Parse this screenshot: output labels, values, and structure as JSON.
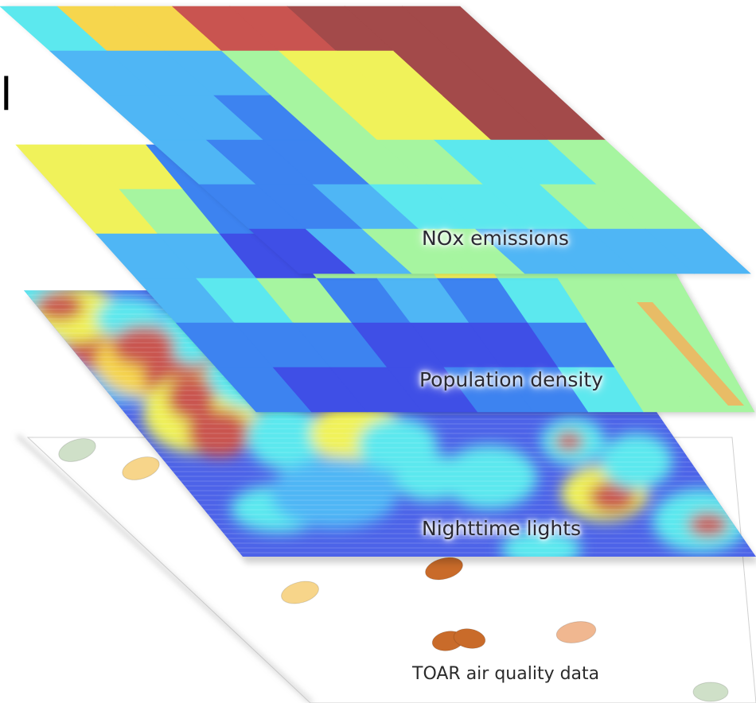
{
  "layers": [
    {
      "id": "nox",
      "label": "NOx emissions"
    },
    {
      "id": "population",
      "label": "Population density"
    },
    {
      "id": "nightlights",
      "label": "Nighttime lights"
    },
    {
      "id": "toar",
      "label": "TOAR air quality data"
    }
  ],
  "edge_glyph": "l",
  "colors": {
    "dark_red": "#a34a4a",
    "red": "#c95450",
    "yellow": "#f0f25a",
    "gold": "#f6d64d",
    "light_green": "#a6f5a0",
    "cyan": "#5ce8ee",
    "sky_blue": "#4fb6f5",
    "blue": "#3d83f0",
    "deep_blue": "#3f4fe6",
    "station_green": "#cfe0c8",
    "station_yellow": "#f7d58a",
    "station_orange": "#c96b2a",
    "station_salmon": "#f0b790"
  }
}
